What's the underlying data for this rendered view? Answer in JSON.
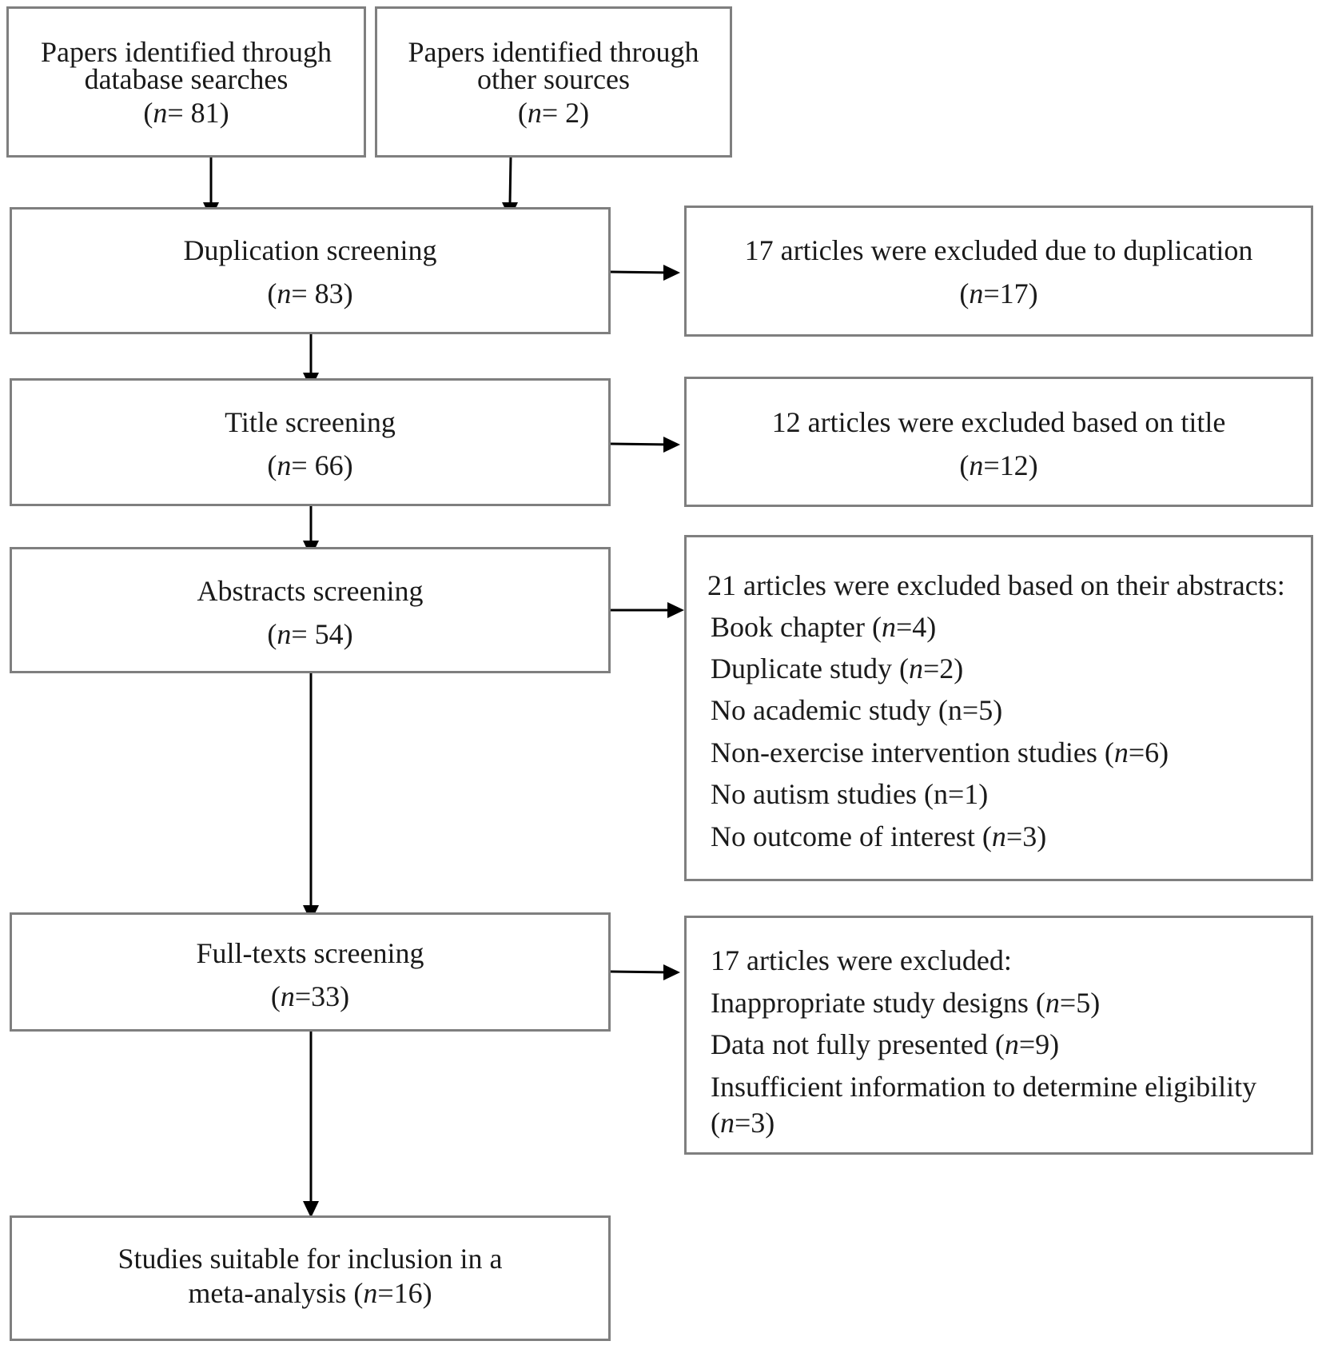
{
  "boxes": {
    "database": {
      "line1": "Papers identified through",
      "line2": "database searches",
      "n_var": "n",
      "n_rest": "= 81"
    },
    "other": {
      "line1": "Papers identified through",
      "line2": "other sources",
      "n_var": "n",
      "n_rest": "= 2"
    },
    "duplication": {
      "title": "Duplication screening",
      "n_var": "n",
      "n_rest": "= 83"
    },
    "title_screening": {
      "title": "Title screening",
      "n_var": "n",
      "n_rest": "= 66"
    },
    "abstracts": {
      "title": "Abstracts screening",
      "n_var": "n",
      "n_rest": "= 54"
    },
    "fulltexts": {
      "title": "Full-texts screening",
      "n_var": "n",
      "n_rest": "=33"
    },
    "included": {
      "line1": "Studies suitable for inclusion in a",
      "line2_pre": "meta-analysis (",
      "n_var": "n",
      "n_rest": "=16)"
    }
  },
  "exclusions": {
    "duplication": {
      "title": "17 articles were excluded due to duplication",
      "n_var": "n",
      "n_rest": "=17"
    },
    "title": {
      "title": "12 articles were excluded based on title",
      "n_var": "n",
      "n_rest": "=12"
    },
    "abstracts": {
      "header": "21 articles were excluded based on their abstracts:",
      "items": [
        {
          "label": "Book chapter (",
          "var": "n",
          "rest": "=4)"
        },
        {
          "label": "Duplicate study (",
          "var": "n",
          "rest": "=2)"
        },
        {
          "label": "No academic study (n=5)",
          "var": "",
          "rest": ""
        },
        {
          "label": "Non-exercise intervention studies (",
          "var": "n",
          "rest": "=6)"
        },
        {
          "label": "No autism studies (n=1)",
          "var": "",
          "rest": ""
        },
        {
          "label": "No outcome of interest (",
          "var": "n",
          "rest": "=3)"
        }
      ]
    },
    "fulltexts": {
      "header": "17 articles were excluded:",
      "items": [
        {
          "label": "Inappropriate study designs (",
          "var": "n",
          "rest": "=5)"
        },
        {
          "label": "Data not fully presented (",
          "var": "n",
          "rest": "=9)"
        },
        {
          "label": "Insufficient information to determine eligibility",
          "var": "",
          "rest": ""
        }
      ],
      "tail_pre": "(",
      "tail_var": "n",
      "tail_rest": "=3)"
    }
  }
}
